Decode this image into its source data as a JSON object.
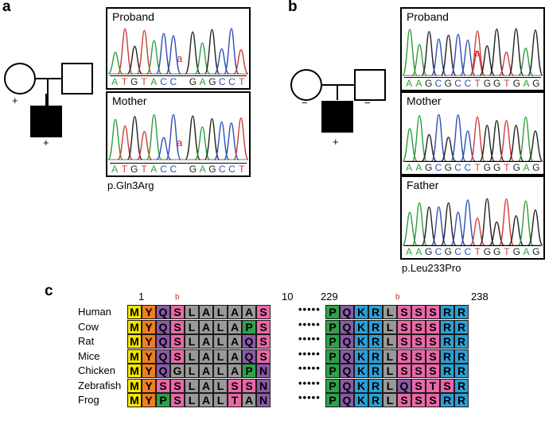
{
  "panels": {
    "a": {
      "label": "a",
      "signs": {
        "mother": "+",
        "child": "+"
      },
      "traces": [
        {
          "name": "Proband",
          "mutation": "a"
        },
        {
          "name": "Mother",
          "mutation": "a"
        }
      ],
      "sequence": "ATGTACC GAGCCT",
      "variant": "p.Gln3Arg"
    },
    "b": {
      "label": "b",
      "signs": {
        "mother": "−",
        "father": "−",
        "child": "+"
      },
      "traces": [
        {
          "name": "Proband",
          "mutation": "a"
        },
        {
          "name": "Mother",
          "mutation": ""
        },
        {
          "name": "Father",
          "mutation": ""
        }
      ],
      "sequence": "AAGCGCCTGGTGAG",
      "variant": "p.Leu233Pro"
    },
    "c": {
      "label": "c",
      "positions": {
        "start": "1",
        "mark_left": "b",
        "p10": "10",
        "p229": "229",
        "mark_right": "b",
        "p238": "238"
      },
      "separator": "•••••",
      "species": [
        "Human",
        "Cow",
        "Rat",
        "Mice",
        "Chicken",
        "Zebrafish",
        "Frog"
      ],
      "left_block": [
        "MYQSLALAAS",
        "MYQSLALAPS",
        "MYQSLALAQS",
        "MYQSLALAQS",
        "MYQGLALAPN",
        "MYSSLALSSN",
        "MYPSLALTAN"
      ],
      "right_block": [
        "PQKRLSSSRR",
        "PQKRLSSSRR",
        "PQKRLSSSRR",
        "PQKRLSSSRR",
        "PQKRLSSSRR",
        "PQKRLQSTSR",
        "PQKRLSSSRR"
      ]
    }
  },
  "colors": {
    "base_A": "#2e9e3a",
    "base_C": "#2f4fb5",
    "base_G": "#222222",
    "base_T": "#d23b3b",
    "aa": {
      "M": "#f3e600",
      "Y": "#f07d1f",
      "Q": "#8a5aa8",
      "S": "#e968a8",
      "L": "#999999",
      "A": "#999999",
      "G": "#999999",
      "T": "#e968a8",
      "P": "#2ea24a",
      "N": "#8a5aa8",
      "K": "#2a9fd6",
      "R": "#2a9fd6"
    }
  }
}
